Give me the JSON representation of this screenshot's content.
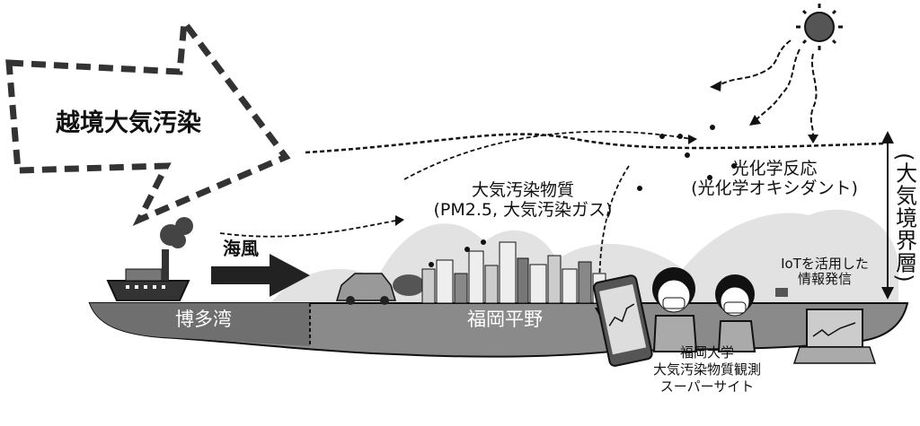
{
  "labels": {
    "transboundary": "越境大気汚染",
    "sea_breeze": "海風",
    "bay": "博多湾",
    "plain": "福岡平野",
    "pollutants_line1": "大気汚染物質",
    "pollutants_line2": "(PM2.5, 大気汚染ガス)",
    "photochem_line1": "光化学反応",
    "photochem_line2": "(光化学オキシダント)",
    "boundary_layer": "(大気境界層)",
    "iot_line1": "IoTを活用した",
    "iot_line2": "情報発信",
    "site_line1": "福岡大学",
    "site_line2": "大気汚染物質観測",
    "site_line3": "スーパーサイト"
  },
  "colors": {
    "ground": "#8a8a8a",
    "sea": "#6f6f6f",
    "haze": "#e2e2e2",
    "ink": "#111111"
  }
}
